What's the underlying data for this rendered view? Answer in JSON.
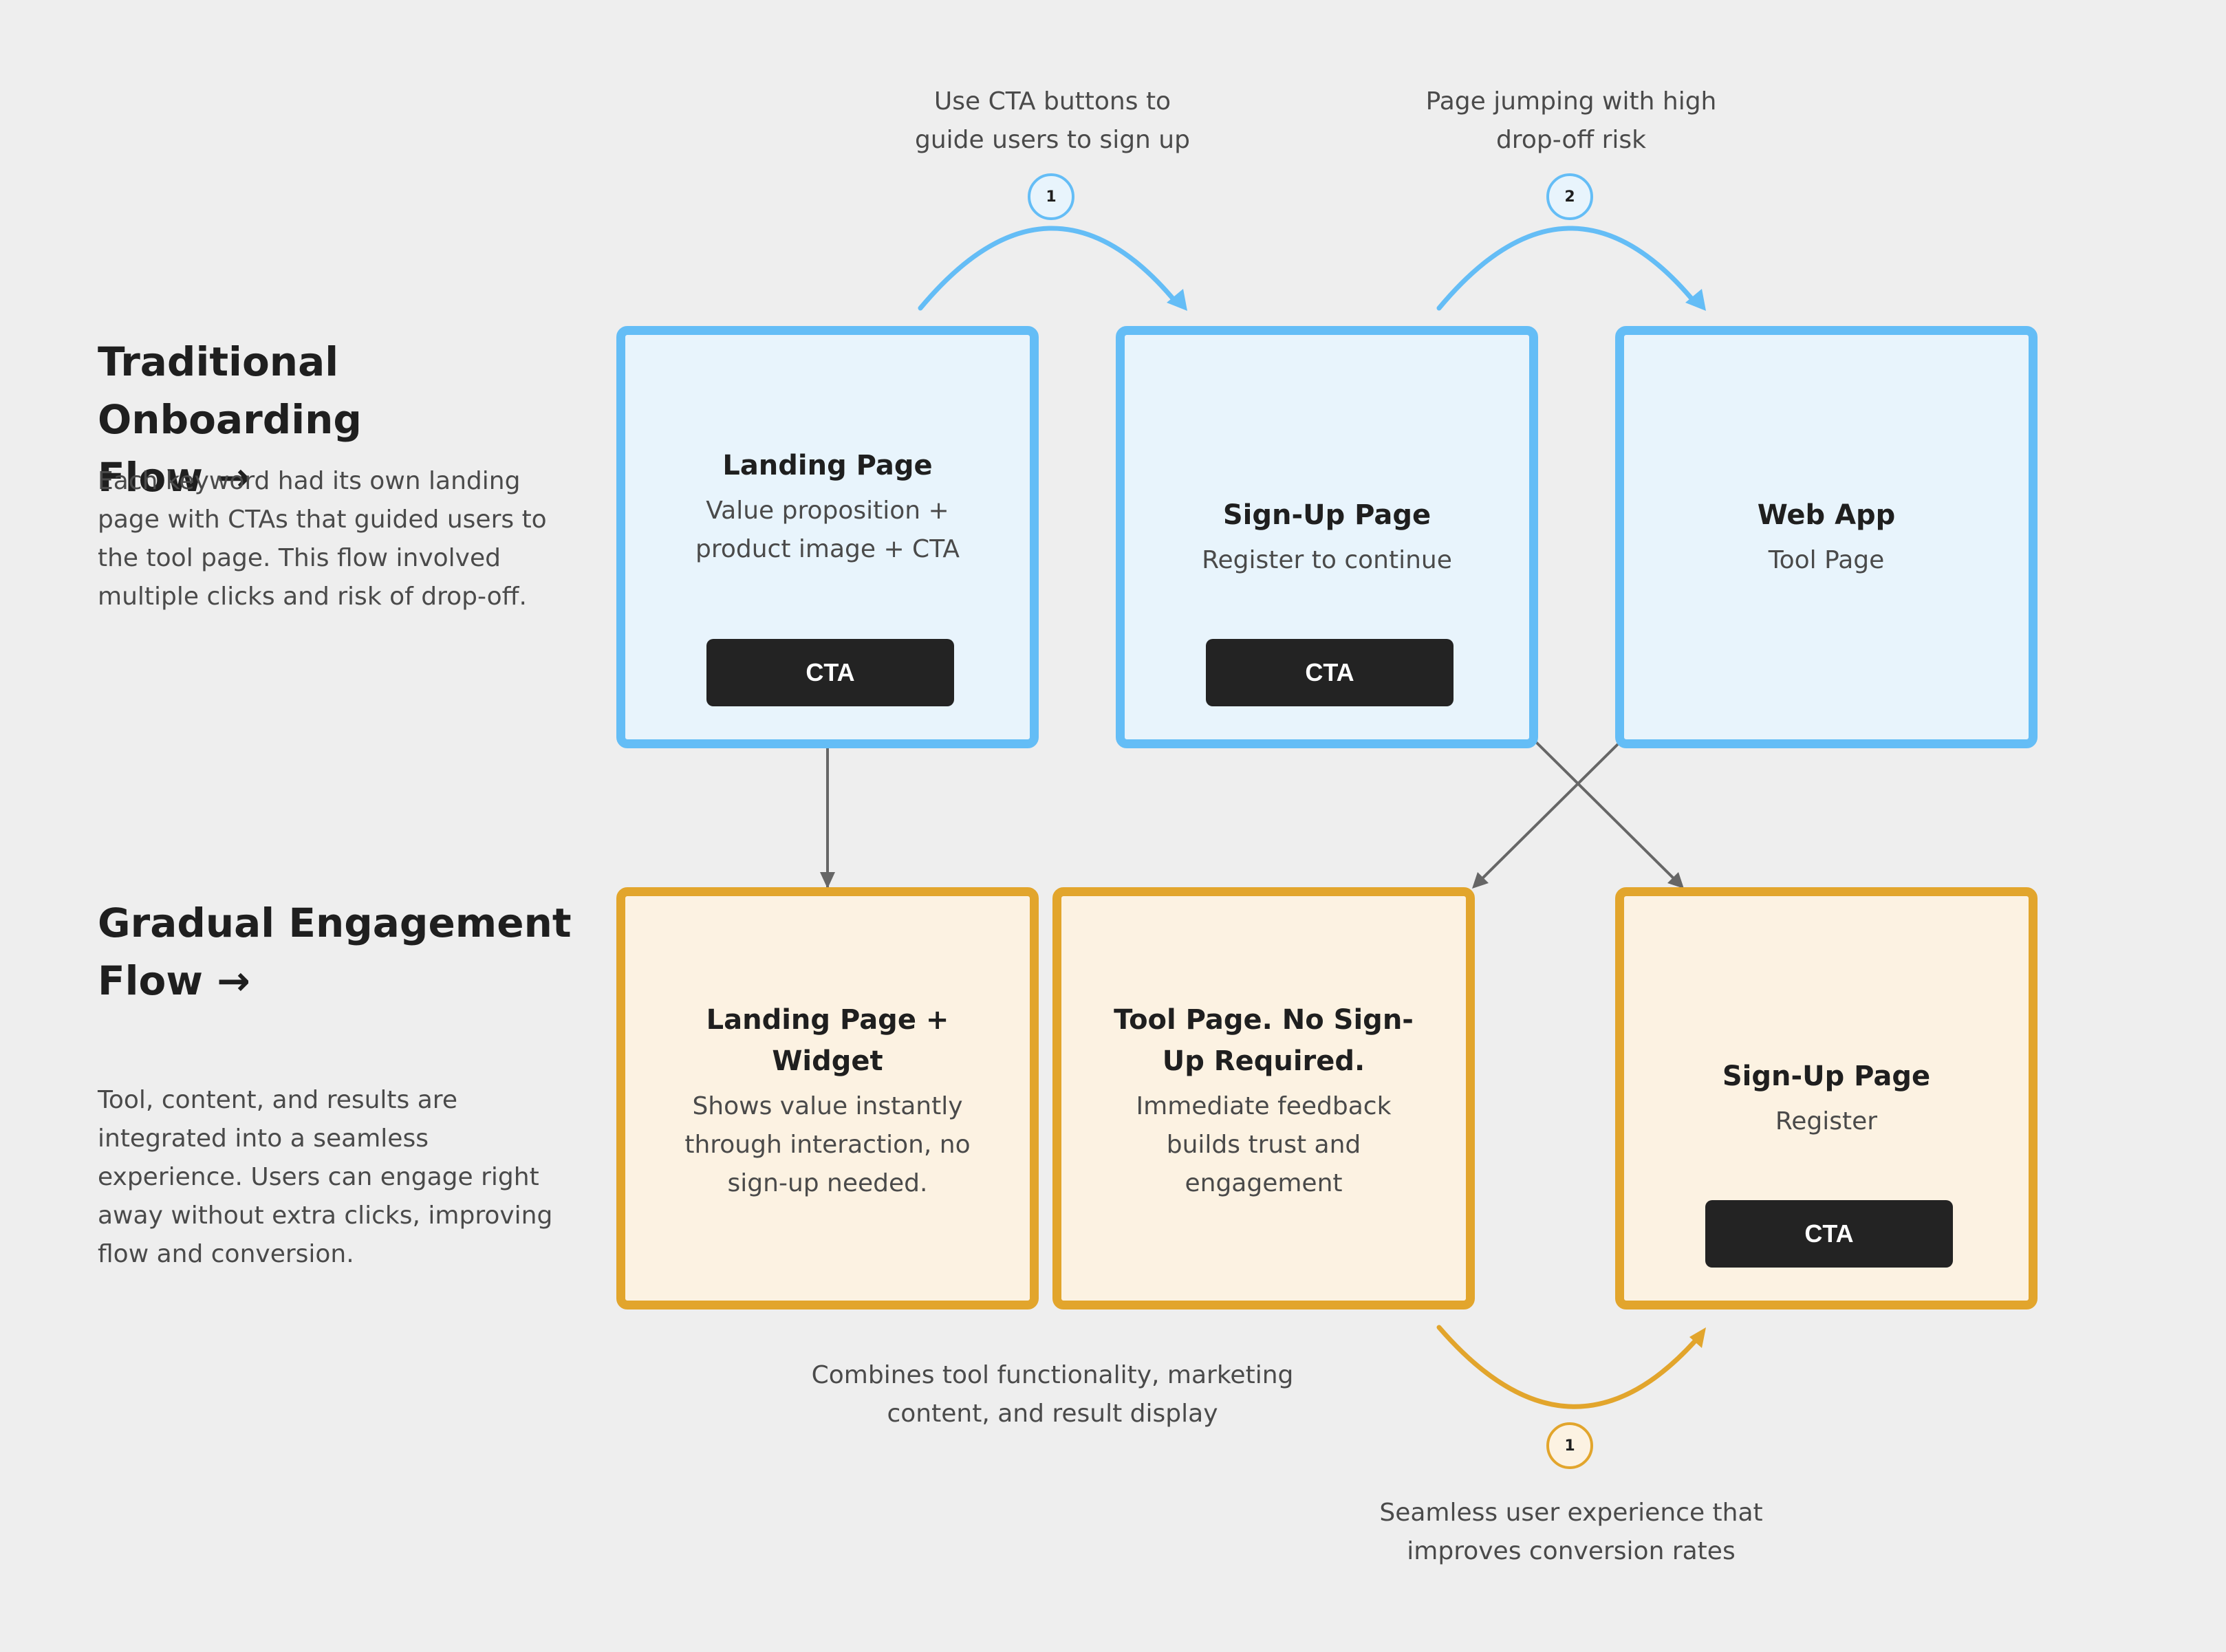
{
  "traditional": {
    "title_line1": "Traditional Onboarding",
    "title_line2": "Flow →",
    "description": "Each keyword had its own landing page with CTAs that guided users to the tool page. This flow involved multiple clicks and risk of drop-off.",
    "steps": [
      {
        "title": "Landing Page",
        "subtitle_line1": "Value proposition +",
        "subtitle_line2": "product image + CTA",
        "cta": "CTA"
      },
      {
        "title": "Sign-Up Page",
        "subtitle": "Register to continue",
        "cta": "CTA"
      },
      {
        "title": "Web App",
        "subtitle": "Tool Page"
      }
    ],
    "annotations": [
      {
        "badge": "1",
        "line1": "Use CTA buttons to",
        "line2": "guide users to sign up"
      },
      {
        "badge": "2",
        "line1": "Page jumping with high",
        "line2": "drop-off risk"
      }
    ]
  },
  "gradual": {
    "title_line1": "Gradual Engagement",
    "title_line2": "Flow →",
    "description": "Tool, content, and results are integrated into a seamless experience. Users can engage right away without extra clicks, improving flow and conversion.",
    "steps": [
      {
        "title_line1": "Landing Page +",
        "title_line2": "Widget",
        "subtitle_line1": "Shows value instantly",
        "subtitle_line2": "through interaction, no",
        "subtitle_line3": "sign-up needed."
      },
      {
        "title_line1": "Tool Page. No Sign-",
        "title_line2": "Up Required.",
        "subtitle_line1": "Immediate feedback",
        "subtitle_line2": "builds trust and",
        "subtitle_line3": "engagement"
      },
      {
        "title": "Sign-Up Page",
        "subtitle": "Register",
        "cta": "CTA"
      }
    ],
    "annotations": [
      {
        "line1": "Combines tool functionality, marketing",
        "line2": "content, and result display"
      },
      {
        "badge": "1",
        "line1": "Seamless user experience that",
        "line2": "improves conversion rates"
      }
    ]
  },
  "colors": {
    "background": "#eeeeee",
    "blue_border": "#64bdf6",
    "blue_fill": "#e8f4fc",
    "gold_border": "#e2a52c",
    "gold_fill": "#fcf2e2",
    "cta_fill": "#232323",
    "connector": "#666666"
  }
}
